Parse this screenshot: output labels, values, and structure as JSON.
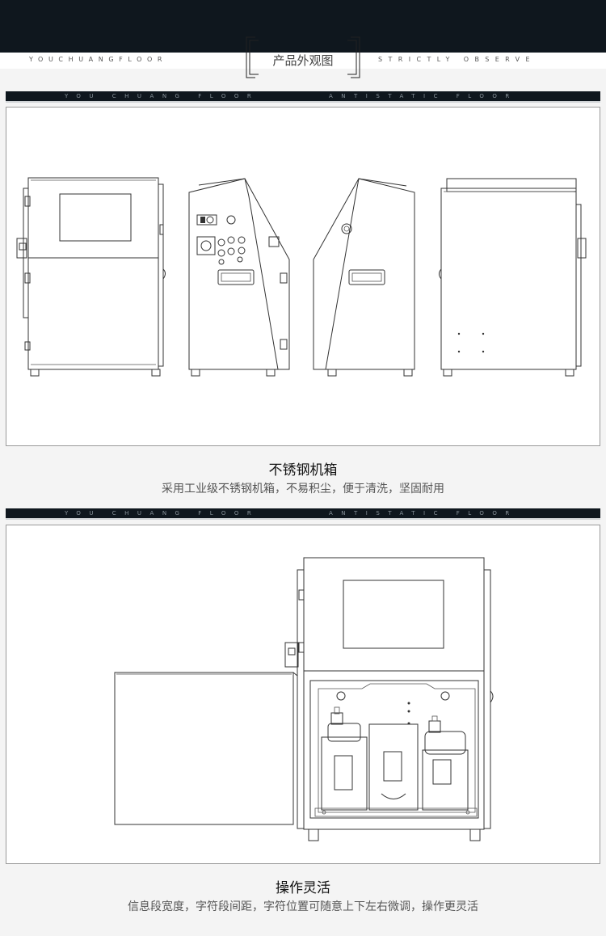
{
  "header": {
    "brand_left": "YOUCHUANGFLOOR",
    "section_title": "产品外观图",
    "brand_right": "STRICTLY OBSERVE"
  },
  "band": {
    "left_text": "YOU CHUANG FLOOR",
    "right_text": "ANTISTATIC FLOOR"
  },
  "sections": [
    {
      "caption": "不锈钢机箱",
      "description": "采用工业级不锈钢机箱，不易积尘，便于清洗，坚固耐用"
    },
    {
      "caption": "操作灵活",
      "description": "信息段宽度，字符段间距，字符位置可随意上下左右微调，操作更灵活"
    }
  ]
}
